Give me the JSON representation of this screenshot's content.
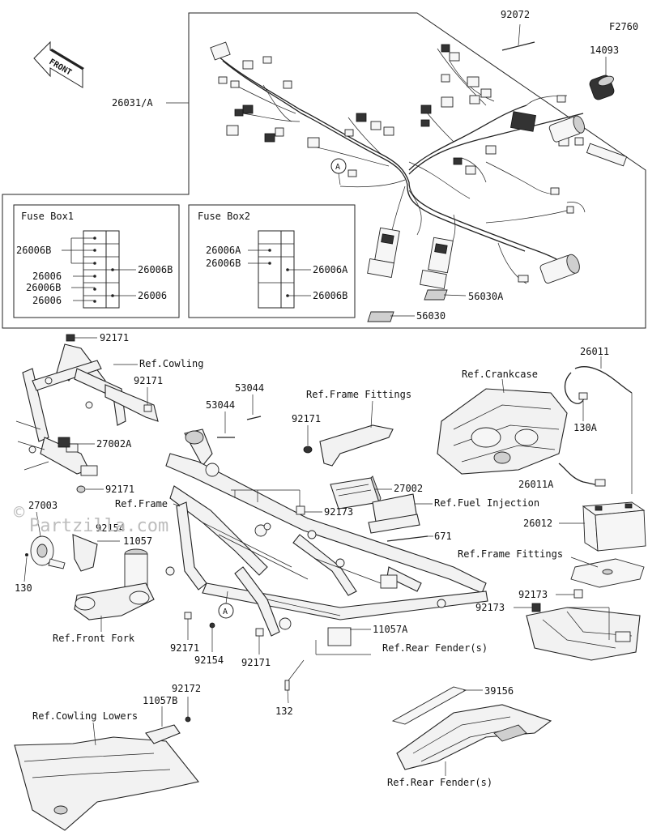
{
  "figure_code": "F2760",
  "front_arrow": "FRONT",
  "callouts": {
    "p92072": "92072",
    "p14093": "14093",
    "p26031A": "26031/A",
    "p56030A": "56030A",
    "p56030": "56030",
    "circleA_top": "A",
    "circleA_frame": "A",
    "p92171_a": "92171",
    "ref_cowling": "Ref.Cowling",
    "p92171_b": "92171",
    "p27002A": "27002A",
    "p92171_c": "92171",
    "p27003": "27003",
    "p92154_a": "92154",
    "p11057": "11057",
    "p130_a": "130",
    "ref_front_fork": "Ref.Front Fork",
    "ref_frame": "Ref.Frame",
    "p53044_a": "53044",
    "p53044_b": "53044",
    "ref_frame_fittings_a": "Ref.Frame Fittings",
    "p92171_d": "92171",
    "p27002": "27002",
    "ref_fuel_injection": "Ref.Fuel Injection",
    "p92173_a": "92173",
    "p671": "671",
    "p92171_e": "92171",
    "p92154_b": "92154",
    "p92171_f": "92171",
    "p11057A": "11057A",
    "p132": "132",
    "ref_rear_fender_a": "Ref.Rear Fender(s)",
    "ref_crankcase": "Ref.Crankcase",
    "p26011": "26011",
    "p130A": "130A",
    "p26011A": "26011A",
    "p26012": "26012",
    "ref_frame_fittings_b": "Ref.Frame Fittings",
    "p92173_b": "92173",
    "p92173_c": "92173",
    "p39156": "39156",
    "ref_rear_fender_b": "Ref.Rear Fender(s)",
    "p92172": "92172",
    "p11057B": "11057B",
    "ref_cowling_lowers": "Ref.Cowling Lowers"
  },
  "fuse_box1": {
    "title": "Fuse Box1",
    "left_labels": [
      "26006B",
      "26006",
      "26006B",
      "26006"
    ],
    "right_labels": [
      "26006B",
      "26006"
    ]
  },
  "fuse_box2": {
    "title": "Fuse Box2",
    "left_labels": [
      "26006A",
      "26006B"
    ],
    "right_labels": [
      "26006A",
      "26006B"
    ]
  },
  "watermark": "Partzilla.com",
  "watermark_mark": "©"
}
